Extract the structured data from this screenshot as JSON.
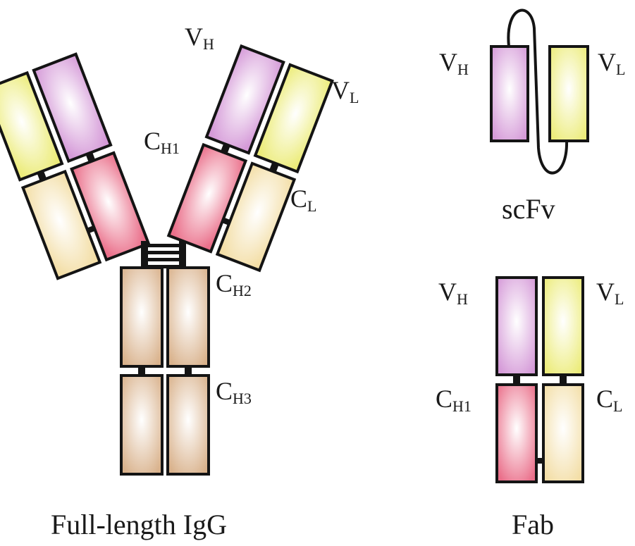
{
  "colors": {
    "vh": "#d59ad8",
    "vl": "#ecec7a",
    "ch1": "#ea6f8a",
    "cl": "#f3dea6",
    "fc": "#d9b28c",
    "outline": "#141414"
  },
  "igg": {
    "title": "Full-length IgG",
    "labels": {
      "vh": {
        "main": "V",
        "sub": "H"
      },
      "vl": {
        "main": "V",
        "sub": "L"
      },
      "ch1": {
        "main": "C",
        "sub": "H1"
      },
      "cl": {
        "main": "C",
        "sub": "L"
      },
      "ch2": {
        "main": "C",
        "sub": "H2"
      },
      "ch3": {
        "main": "C",
        "sub": "H3"
      }
    }
  },
  "scfv": {
    "title": "scFv",
    "labels": {
      "vh": {
        "main": "V",
        "sub": "H"
      },
      "vl": {
        "main": "V",
        "sub": "L"
      }
    }
  },
  "fab": {
    "title": "Fab",
    "labels": {
      "vh": {
        "main": "V",
        "sub": "H"
      },
      "vl": {
        "main": "V",
        "sub": "L"
      },
      "ch1": {
        "main": "C",
        "sub": "H1"
      },
      "cl": {
        "main": "C",
        "sub": "L"
      }
    }
  }
}
